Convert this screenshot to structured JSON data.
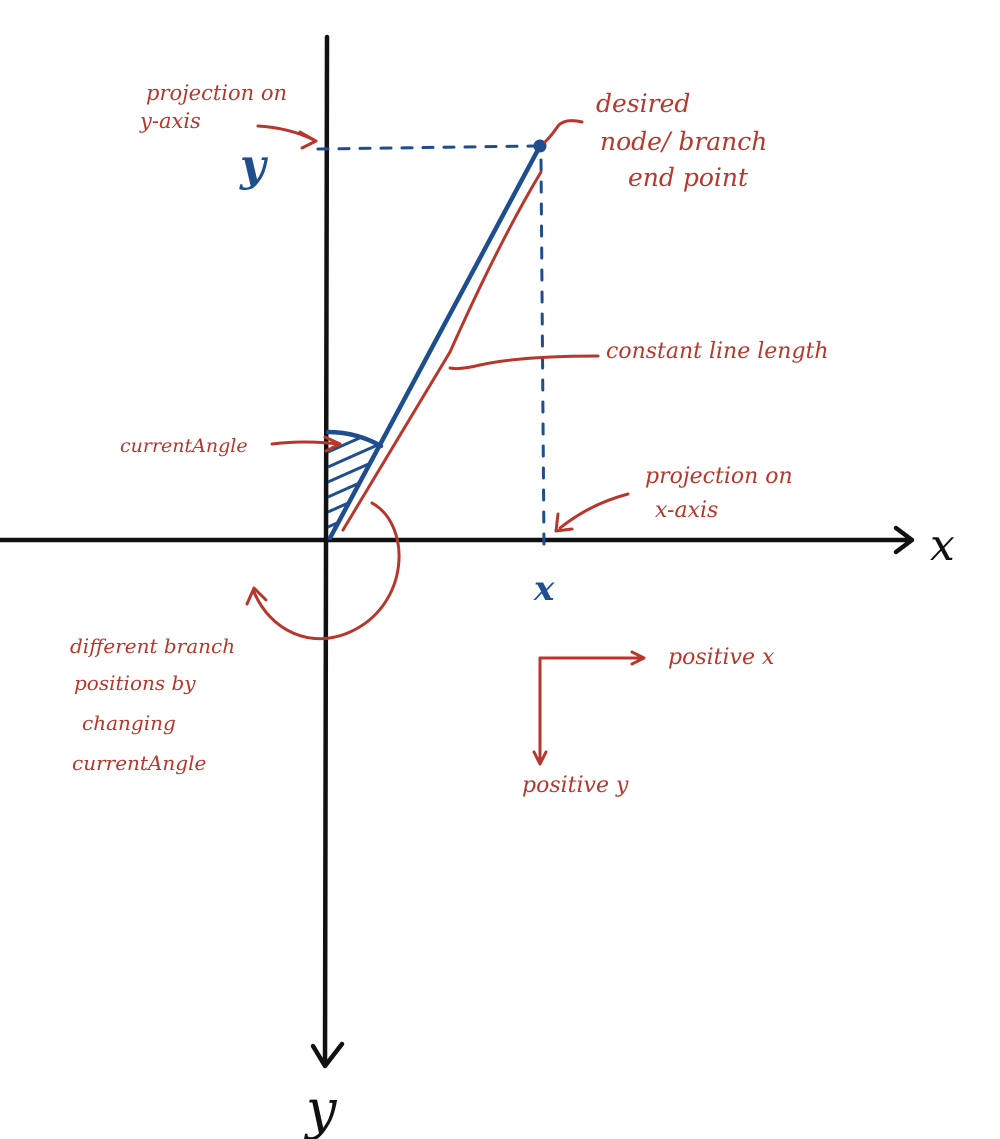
{
  "colors": {
    "axis": "#111111",
    "blue": "#1f4e8f",
    "red": "#b8372c",
    "background": "#ffffff"
  },
  "axes": {
    "x_label": "x",
    "y_label": "y"
  },
  "projections": {
    "x_value": "x",
    "y_value": "y"
  },
  "annotations": {
    "projection_y_line1": "projection on",
    "projection_y_line2": "y-axis",
    "endpoint_line1": "desired",
    "endpoint_line2": "node/ branch",
    "endpoint_line3": "end point",
    "constant_length": "constant line length",
    "current_angle": "currentAngle",
    "projection_x_line1": "projection on",
    "projection_x_line2": "x-axis",
    "branch_line1": "different branch",
    "branch_line2": "positions by",
    "branch_line3": "changing",
    "branch_line4": "currentAngle",
    "positive_x": "positive x",
    "positive_y": "positive y"
  }
}
